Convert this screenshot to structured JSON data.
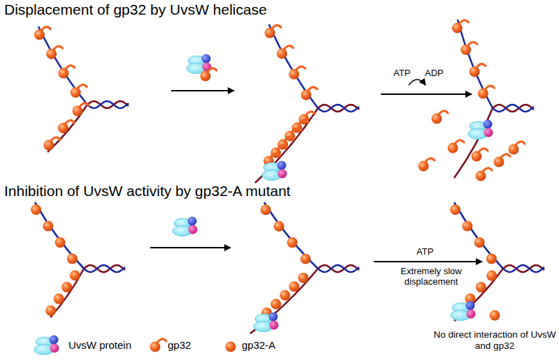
{
  "diagram": {
    "labels": [
      "Displacement of gp32 by UvsW helicase",
      "ATP",
      "ADP",
      "Inhibition of UvsW activity by gp32-A mutant",
      "ATP",
      "Extremely slow displacement",
      "No direct interaction of UvsW and gp32"
    ],
    "legend": [
      {
        "text": "UvsW protein"
      },
      {
        "text": "gp32"
      },
      {
        "text": "gp32-A"
      }
    ]
  }
}
